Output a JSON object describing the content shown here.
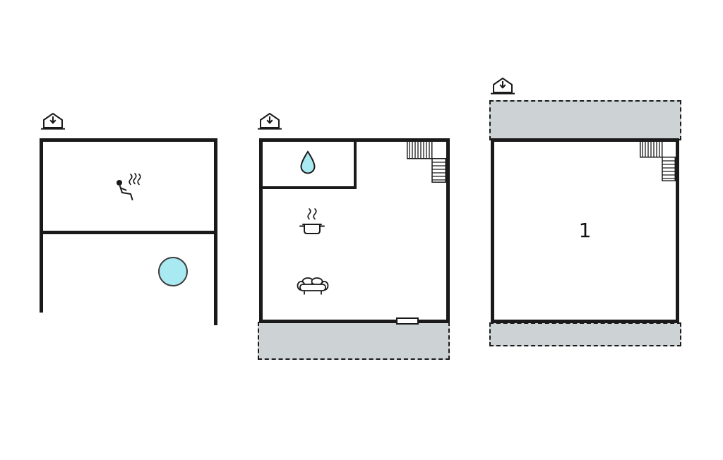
{
  "colors": {
    "wall": "#1a1a1a",
    "terrace_fill": "#cdd3d5",
    "water_fill": "#a9e9f2",
    "icon_stroke": "#1a1a1a",
    "background": "#ffffff"
  },
  "plans": {
    "left": {
      "icons": [
        "entrance-icon",
        "sauna-icon",
        "hot-tub-icon"
      ]
    },
    "middle": {
      "icons": [
        "entrance-icon",
        "water-drop-icon",
        "stairs-icon",
        "cooking-pot-icon",
        "sofa-icon",
        "window-marker",
        "terrace"
      ]
    },
    "right": {
      "room_label": "1",
      "icons": [
        "entrance-icon",
        "stairs-icon",
        "terrace-top",
        "terrace-bottom"
      ]
    }
  }
}
